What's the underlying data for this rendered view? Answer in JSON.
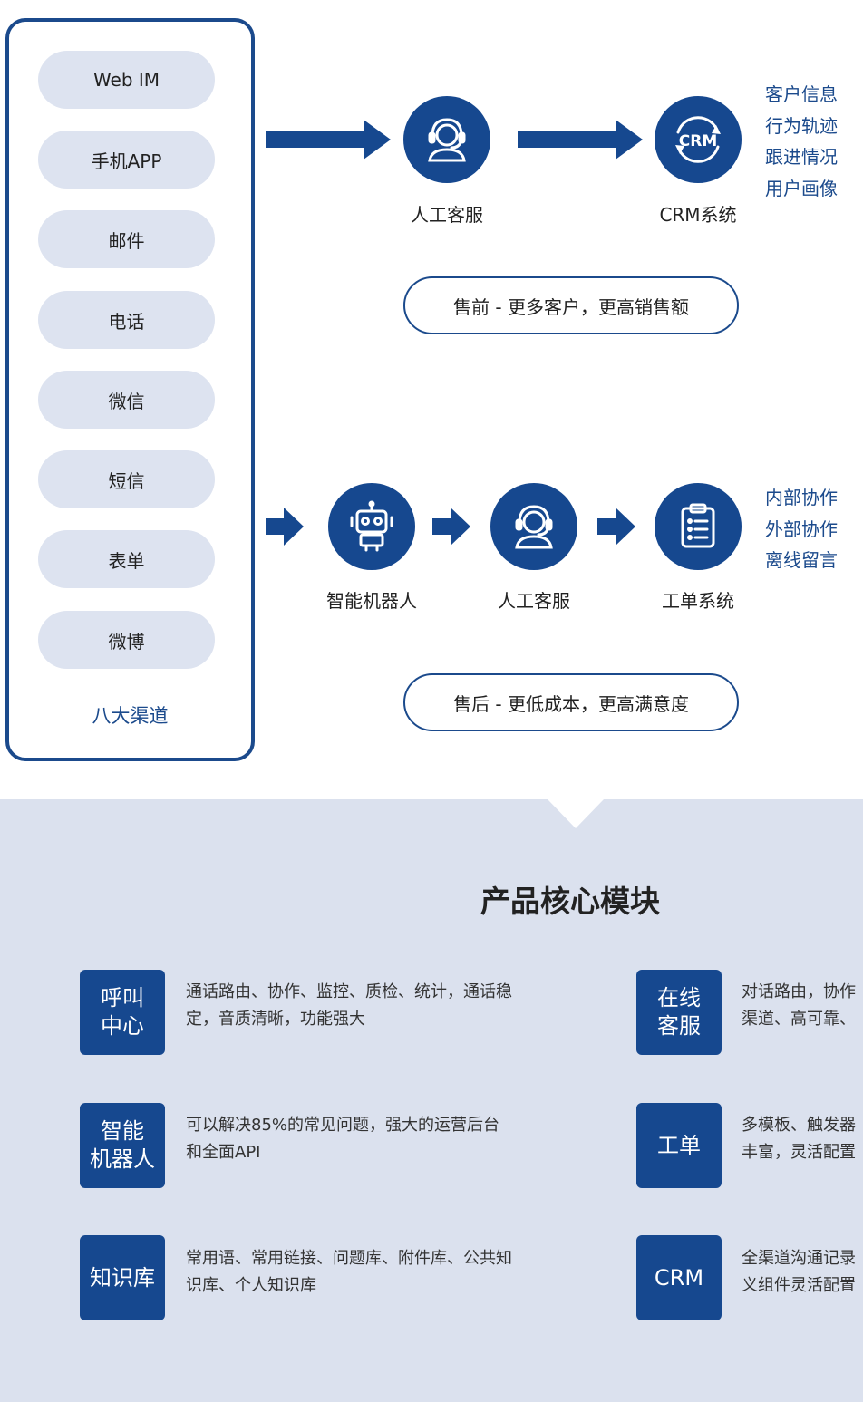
{
  "channels": {
    "items": [
      "Web IM",
      "手机APP",
      "邮件",
      "电话",
      "微信",
      "短信",
      "表单",
      "微博"
    ],
    "caption": "八大渠道"
  },
  "flow_top": {
    "nodes": [
      {
        "label": "人工客服",
        "icon": "headset-agent-icon"
      },
      {
        "label": "CRM系统",
        "icon": "crm-icon",
        "icon_text": "CRM"
      }
    ],
    "side_list": [
      "客户信息",
      "行为轨迹",
      "跟进情况",
      "用户画像"
    ],
    "tag": "售前 - 更多客户，更高销售额"
  },
  "flow_bottom": {
    "nodes": [
      {
        "label": "智能机器人",
        "icon": "robot-icon"
      },
      {
        "label": "人工客服",
        "icon": "headset-agent-icon"
      },
      {
        "label": "工单系统",
        "icon": "clipboard-list-icon"
      }
    ],
    "side_list": [
      "内部协作",
      "外部协作",
      "离线留言"
    ],
    "tag": "售后 - 更低成本，更高满意度"
  },
  "modules": {
    "title": "产品核心模块",
    "items": [
      {
        "name_lines": [
          "呼叫",
          "中心"
        ],
        "desc": "通话路由、协作、监控、质检、统计，通话稳定，音质清晰，功能强大"
      },
      {
        "name_lines": [
          "智能",
          "机器人"
        ],
        "desc": "可以解决85%的常见问题，强大的运营后台和全面API"
      },
      {
        "name_lines": [
          "知识库"
        ],
        "desc": "常用语、常用链接、问题库、附件库、公共知识库、个人知识库"
      },
      {
        "name_lines": [
          "在线",
          "客服"
        ],
        "desc_lines": [
          "对话路由，协作",
          "渠道、高可靠、"
        ]
      },
      {
        "name_lines": [
          "工单"
        ],
        "desc_lines": [
          "多模板、触发器",
          "丰富，灵活配置"
        ]
      },
      {
        "name_lines": [
          "CRM"
        ],
        "desc_lines": [
          "全渠道沟通记录",
          "义组件灵活配置"
        ]
      }
    ]
  },
  "colors": {
    "primary": "#16488f",
    "pill_bg": "#dde3f0",
    "section_bg": "#dbe1ee",
    "accent_text": "#1b4a8c"
  }
}
